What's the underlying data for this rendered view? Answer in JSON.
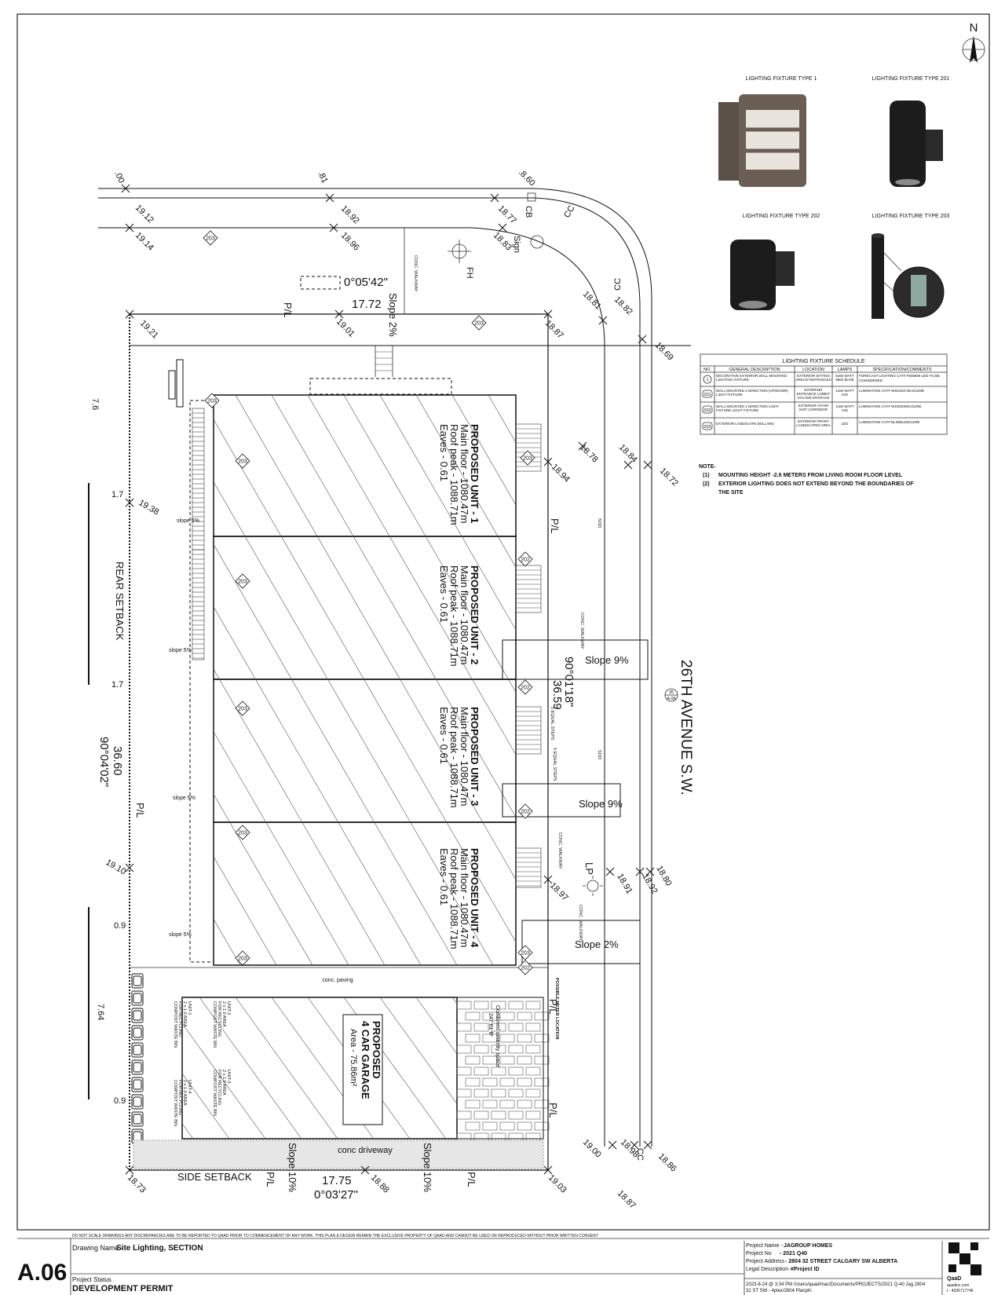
{
  "north_label": "N",
  "fixtures": {
    "type1": "LIGHTING FIXTURE TYPE 1",
    "type201": "LIGHTING FIXTURE TYPE 201",
    "type202": "LIGHTING FIXTURE TYPE 202",
    "type203": "LIGHTING FIXTURE TYPE 203"
  },
  "schedule": {
    "title": "LIGHTING FIXTURE SCHEDULE",
    "headers": [
      "NO.",
      "GENERAL DESCRIPTION",
      "LOCATION",
      "LAMPS",
      "SPECIFICATION/COMMENTS"
    ],
    "rows": [
      [
        "1",
        "DECORATIVE EXTERIOR WALL MOUNTED LIGHTING FIXTURE",
        "EXTERIOR SITTING AREAS/ ENTRANCES",
        "5x60 WATT MED BASE",
        "FORECAST LIGHTING CAT# F849669 LED TO BE CONSIDERED"
      ],
      [
        "201",
        "WALL MOUNTED 2 DIRECTION (UP/DOWN) LIGHT FIXTURE",
        "EXTERIOR ENTRANCE LOBBY/ FACADE ENTRACE",
        "1x50 WATT HID",
        "LUMINATION CAT# WSD240 MC2/120/B"
      ],
      [
        "202",
        "WALL MOUNTED 1 DIRECTION LIGHT FIXTURE LIGHT FIXTURE",
        "EXTERIOR STAIR/ EXIT CORRIDOR",
        "1x50 WATT HID",
        "LUMINATION CAT# W10040/MC/120/B"
      ],
      [
        "203",
        "EXTERIOR LANDSCAPE BOLLARD",
        "EXTERIOR FRONT LANDSCAPED AREA",
        "LED",
        "LUMINATION CAT# BL396/LED/120/B"
      ]
    ]
  },
  "notes": {
    "title": "NOTE-",
    "n1_num": "(1)",
    "n1": "MOUNTING HEIGHT -2.6 METERS FROM LIVING ROOM FLOOR LEVEL",
    "n2_num": "(2)",
    "n2a": "EXTERIOR LIGHTING DOES NOT EXTEND BEYOND THE BOUNDARIES OF",
    "n2b": "THE SITE"
  },
  "plan": {
    "street": "26TH AVENUE S.W.",
    "rear_setback": "REAR SETBACK",
    "side_setback": "SIDE SETBACK",
    "pl": "P/L",
    "conc_paving": "conc. paving",
    "conc_driveway": "conc driveway",
    "conc_walkway": "CONC. WALKWAY",
    "sod": "SOD",
    "possible_meter": "POSSIBLE METER LOCATION",
    "combined_area": "Combined amenity space",
    "combined_area_val": "247.61 ft²",
    "fh": "FH",
    "cb": "CB",
    "sign": "Sign",
    "cc": "CC",
    "lp": "LP",
    "fixture_203": "203",
    "fixture_202": "202",
    "equal_steps": "5 EQUAL STEPS",
    "slope_2": "Slope 2%",
    "slope_9": "Slope 9%",
    "slope_10": "Slope 10%",
    "slope_5": "slope 5%",
    "angle_top": "0°05'42\"",
    "angle_right": "90°01'18\"",
    "angle_left": "90°04'02\"",
    "angle_bottom": "0°03'27\"",
    "dim_top": "17.72",
    "dim_bottom": "17.75",
    "dim_right": "36.59",
    "dim_left": "36.60",
    "dim_7_6": "7.6",
    "dim_1_7": "1.7",
    "dim_0_9": "0.9",
    "dim_7_64": "7.64",
    "section_ref": "A.06",
    "units": [
      {
        "name": "PROPOSED UNIT - 1",
        "main": "Main floor - 1080.47m",
        "roof": "Roof peak - 1088.71m",
        "eaves": "Eaves - 0.61"
      },
      {
        "name": "PROPOSED UNIT - 2",
        "main": "Main floor - 1080.47m",
        "roof": "Roof peak - 1088.71m",
        "eaves": "Eaves - 0.61"
      },
      {
        "name": "PROPOSED UNIT - 3",
        "main": "Main floor - 1080.47m",
        "roof": "Roof peak - 1088.71m",
        "eaves": "Eaves - 0.61"
      },
      {
        "name": "PROPOSED UNIT - 4",
        "main": "Main floor - 1080.47m",
        "roof": "Roof peak - 1088.71m",
        "eaves": "Eaves - 0.61"
      }
    ],
    "garage": {
      "l1": "PROPOSED",
      "l2": "4 CAR GARAGE",
      "l3": "Area - 75.86m²"
    },
    "bins": [
      {
        "l1": "UNIT-1",
        "l2": "2 x 1.0 AREA",
        "l3": "FOR RECYCLING",
        "l4": "COMPOST WASTE BIN"
      },
      {
        "l1": "UNIT-2",
        "l2": "2 x 1.0 AREA",
        "l3": "FOR RECYCLING",
        "l4": "COMPOST WASTE BIN"
      },
      {
        "l1": "UNIT-3",
        "l2": "2 x 1.0 AREA",
        "l3": "FOR RECYCLING",
        "l4": "COMPOST WASTE BIN"
      },
      {
        "l1": "UNIT-4",
        "l2": "2 x 1.0 AREA",
        "l3": "FOR RECYCLING",
        "l4": "COMPOST WASTE BIN"
      }
    ],
    "elev": {
      "e00": ".00",
      "e81": ".81",
      "e860": ".8.60",
      "e1912": "19.12",
      "e1914": "19.14",
      "e1892": "18.92",
      "e1896": "18.96",
      "e1877": "18.77",
      "e1883": "18.83",
      "e1881": "18.81",
      "e1882": "18.82",
      "e1921": "19.21",
      "e1901": "19.01",
      "e1887": "18.87",
      "e1869": "18.69",
      "e1878": "18.78",
      "e1884": "18.84",
      "e1872": "18.72",
      "e1894": "18.94",
      "e1938": "19.38",
      "e1910": "19.10",
      "e1897": "18.97",
      "e1891": "18.91",
      "e1892b": "18.92",
      "e1880": "18.80",
      "e1900": "19.00",
      "e1898": "18.98",
      "e1886": "18.86",
      "e1903": "19.03",
      "e1888": "18.88",
      "e1873": "18.73",
      "e1887b": "18.87"
    }
  },
  "title_block": {
    "disclaimer": "DO NOT SCALE DRAWINGS ANY DISCREPANCIES ARE TO BE REPORTED TO QAAD PRIOR TO COMMENCEMENT OF ANY WORK. THIS PLAN & DESIGN REMAIN THE EXCLUSIVE PROPERTY OF QAAD AND CANNOT BE USED OR REPRODUCED WITHOUT PRIOR WRITTEN CONSENT",
    "sheet_no": "A.06",
    "drawing_name_label": "Drawing Name -",
    "drawing_name": "Site Lighting, SECTION",
    "project_status_label": "Project Status",
    "project_status": "DEVELOPMENT PERMIT",
    "project_name_label": "Project Name -",
    "project_name": "JAGROUP HOMES",
    "project_no_label": "Project No",
    "project_no": "- 2021 Q40",
    "project_address_label": "Project Address",
    "project_address": "- 2804 32 STREET CALGARY SW ALBERTA",
    "legal_label": "Legal Description -",
    "legal": "#Project ID",
    "file_line1": "2023-8-24 @ 3:34 PM  /Users/qaad/mac/Documents/PROJECTS/2021 Q-40 Jag 2804",
    "file_line2": "32 ST SW - 4plex/2804 Planpln",
    "logo": "QaaD",
    "logo_sub": "qaadinc.com",
    "phone": "t - 4036717746"
  }
}
